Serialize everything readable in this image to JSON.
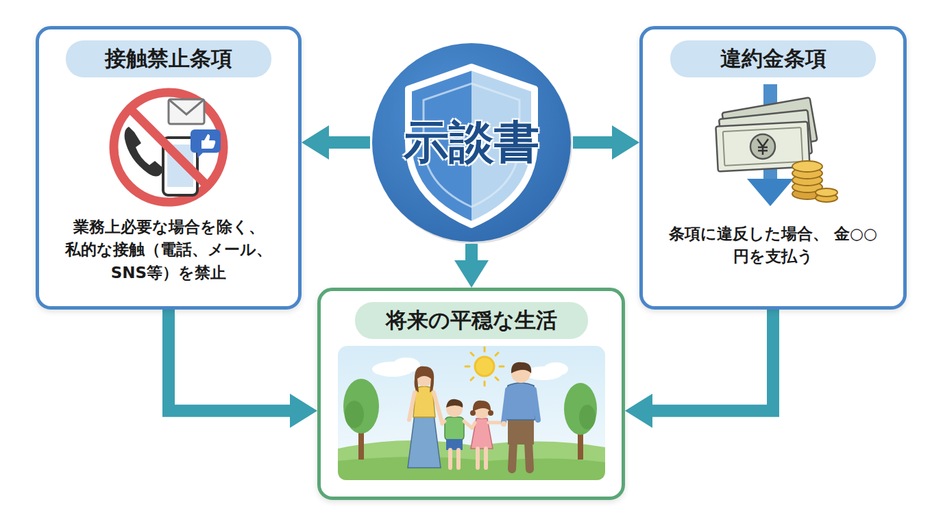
{
  "diagram": {
    "nodes": [
      {
        "text": [
          "接触禁止条項",
          "業務上必要な場合を除く、 私的な接触（電話、メール、 SNS等）を禁止"
        ]
      },
      {
        "text": [
          "示談書"
        ]
      },
      {
        "text": [
          "違約金条項",
          "条項に違反した場合、 金○○円を支払う"
        ]
      },
      {
        "text": [
          "将来の平穏な生活"
        ]
      }
    ],
    "edges": [
      {
        "from": 1,
        "to": 0,
        "arrow": "to"
      },
      {
        "from": 1,
        "to": 2,
        "arrow": "to"
      },
      {
        "from": 1,
        "to": 3,
        "arrow": "to"
      },
      {
        "from": 0,
        "to": 3,
        "arrow": "to"
      },
      {
        "from": 2,
        "to": 3,
        "arrow": "to"
      }
    ]
  }
}
